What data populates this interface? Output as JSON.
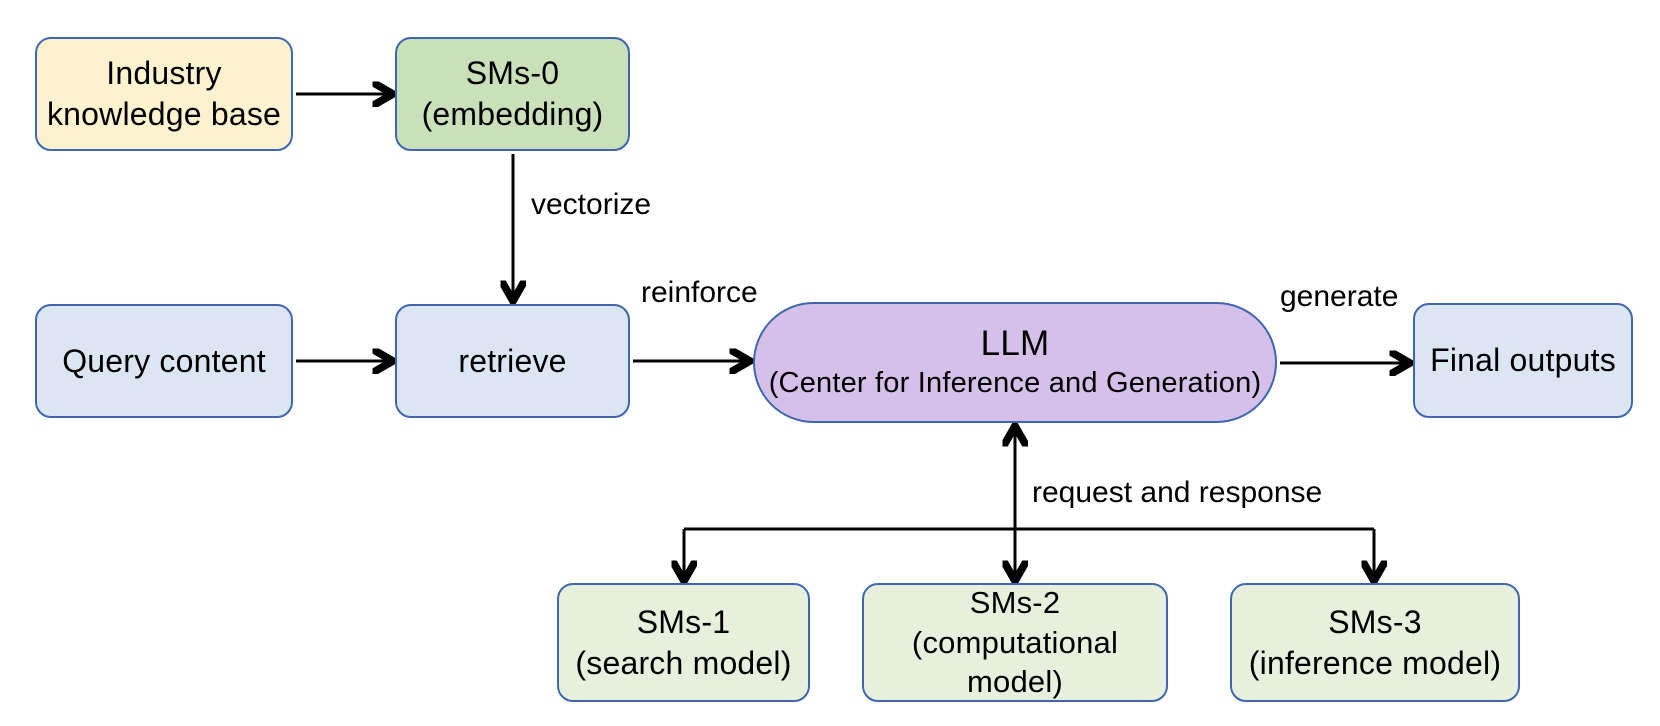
{
  "diagram": {
    "title": "RAG / LLM multi-model architecture flowchart",
    "nodes": {
      "industry_kb": {
        "line1": "Industry",
        "line2": "knowledge base"
      },
      "sms0": {
        "line1": "SMs-0",
        "line2": "(embedding)"
      },
      "query_content": {
        "line1": "Query content",
        "line2": ""
      },
      "retrieve": {
        "line1": "retrieve",
        "line2": ""
      },
      "llm": {
        "line1": "LLM",
        "line2": "(Center for Inference and Generation)"
      },
      "final_outputs": {
        "line1": "Final outputs",
        "line2": ""
      },
      "sms1": {
        "line1": "SMs-1",
        "line2": "(search model)"
      },
      "sms2": {
        "line1": "SMs-2",
        "line2": "(computational model)"
      },
      "sms3": {
        "line1": "SMs-3",
        "line2": "(inference model)"
      }
    },
    "edge_labels": {
      "vectorize": "vectorize",
      "reinforce": "reinforce",
      "generate": "generate",
      "request_response": "request and response"
    },
    "edges": [
      {
        "from": "industry_kb",
        "to": "sms0",
        "label": ""
      },
      {
        "from": "sms0",
        "to": "retrieve",
        "label": "vectorize"
      },
      {
        "from": "query_content",
        "to": "retrieve",
        "label": ""
      },
      {
        "from": "retrieve",
        "to": "llm",
        "label": "reinforce"
      },
      {
        "from": "llm",
        "to": "final_outputs",
        "label": "generate"
      },
      {
        "from": "llm",
        "to": "sms1",
        "label": "request and response",
        "bidirectional": true
      },
      {
        "from": "llm",
        "to": "sms2",
        "label": "request and response",
        "bidirectional": true
      },
      {
        "from": "llm",
        "to": "sms3",
        "label": "request and response",
        "bidirectional": true
      }
    ],
    "colors": {
      "node_border": "#4067ad",
      "yellow_fill": "#fdf2cf",
      "green_fill": "#c9e0ba",
      "light_green_fill": "#e6f0dd",
      "blue_fill": "#dce6f3",
      "purple_fill": "#d4c0e9",
      "arrow": "#000000",
      "background": "#ffffff"
    }
  }
}
